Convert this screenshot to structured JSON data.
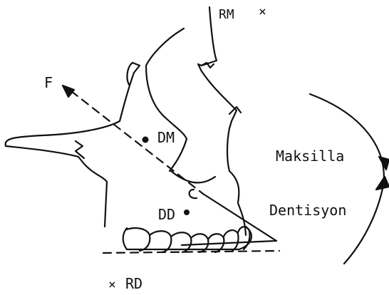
{
  "labels": {
    "rm": "RM",
    "f": "F",
    "dm": "DM",
    "dd": "DD",
    "rd": "RD",
    "maksilla": "Maksilla",
    "dentisyon": "Dentisyon"
  },
  "markers": {
    "cross": "×"
  },
  "colors": {
    "ink": "#111111",
    "background": "#ffffff"
  }
}
